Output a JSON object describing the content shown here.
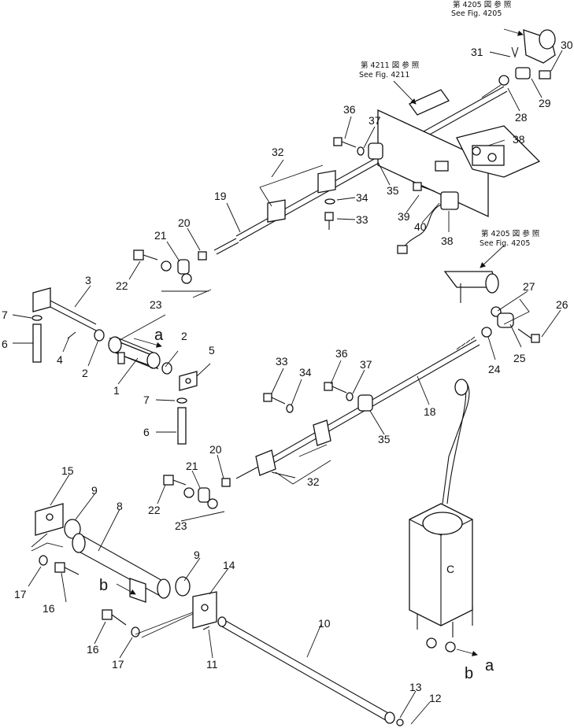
{
  "labels": {
    "n1": "1",
    "n2a": "2",
    "n2b": "2",
    "n3": "3",
    "n4": "4",
    "n5": "5",
    "n6a": "6",
    "n6b": "6",
    "n7a": "7",
    "n7b": "7",
    "n8": "8",
    "n9a": "9",
    "n9b": "9",
    "n10": "10",
    "n11": "11",
    "n12": "12",
    "n13": "13",
    "n14": "14",
    "n15": "15",
    "n16a": "16",
    "n16b": "16",
    "n17a": "17",
    "n17b": "17",
    "n18": "18",
    "n19": "19",
    "n20a": "20",
    "n20b": "20",
    "n21a": "21",
    "n21b": "21",
    "n22a": "22",
    "n22b": "22",
    "n23a": "23",
    "n23b": "23",
    "n24": "24",
    "n25": "25",
    "n26": "26",
    "n27": "27",
    "n28": "28",
    "n29": "29",
    "n30": "30",
    "n31": "31",
    "n32a": "32",
    "n32b": "32",
    "n33a": "33",
    "n33b": "33",
    "n34a": "34",
    "n34b": "34",
    "n35a": "35",
    "n35b": "35",
    "n36a": "36",
    "n36b": "36",
    "n37a": "37",
    "n37b": "37",
    "n38a": "38",
    "n38b": "38",
    "n39": "39",
    "n40": "40"
  },
  "markers": {
    "a_top": "a",
    "a_bottom": "a",
    "b_left": "b",
    "b_bottom": "b",
    "c_box": "C"
  },
  "refs": {
    "fig4205_top_jp": "第 4205 図 参 照",
    "fig4205_top_en": "See Fig. 4205",
    "fig4211_jp": "第 4211 図 参 照",
    "fig4211_en": "See Fig. 4211",
    "fig4205_mid_jp": "第 4205 図 参 照",
    "fig4205_mid_en": "See Fig. 4205"
  }
}
